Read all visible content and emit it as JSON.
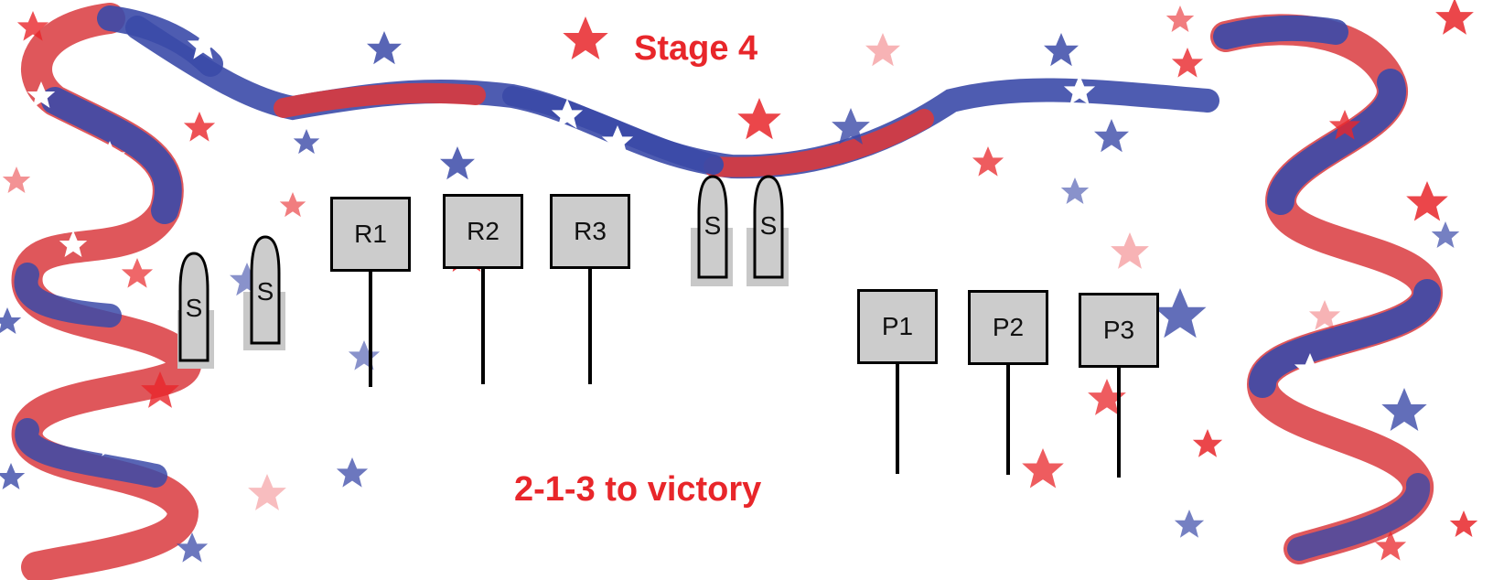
{
  "title": "Stage 4",
  "caption": "2-1-3 to victory",
  "colors": {
    "red": "#e8262a",
    "blue": "#3b4aa8",
    "target_fill": "#cccccc",
    "outline": "#000000"
  },
  "targets": [
    {
      "id": "r1",
      "label": "R1"
    },
    {
      "id": "r2",
      "label": "R2"
    },
    {
      "id": "r3",
      "label": "R3"
    },
    {
      "id": "p1",
      "label": "P1"
    },
    {
      "id": "p2",
      "label": "P2"
    },
    {
      "id": "p3",
      "label": "P3"
    }
  ],
  "steel": [
    {
      "id": "s1",
      "label": "S"
    },
    {
      "id": "s2",
      "label": "S"
    },
    {
      "id": "s3",
      "label": "S"
    },
    {
      "id": "s4",
      "label": "S"
    }
  ],
  "decorations": [
    "ribbon-left",
    "ribbon-right",
    "ribbon-top",
    "star-icon"
  ]
}
